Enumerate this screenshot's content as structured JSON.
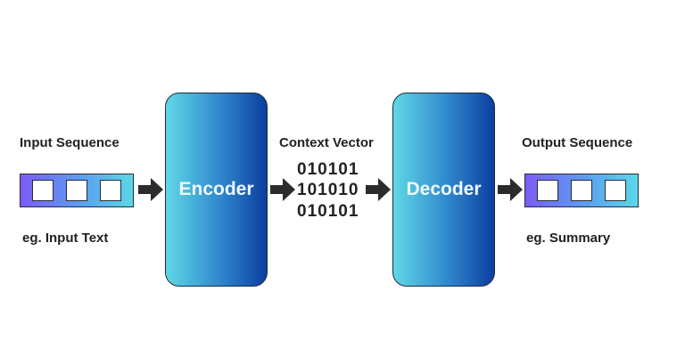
{
  "input": {
    "title": "Input Sequence",
    "example": "eg. Input Text",
    "cells": 3
  },
  "encoder": {
    "label": "Encoder"
  },
  "context": {
    "title": "Context Vector",
    "lines": [
      "010101",
      "101010",
      "010101"
    ]
  },
  "decoder": {
    "label": "Decoder"
  },
  "output": {
    "title": "Output Sequence",
    "example": "eg. Summary",
    "cells": 3
  },
  "colors": {
    "block_light": "#5fd8e6",
    "block_dark": "#0b3fa0",
    "seq_left": "#7b5cf5",
    "seq_right": "#5ad8e6",
    "arrow": "#2b2b2b"
  }
}
